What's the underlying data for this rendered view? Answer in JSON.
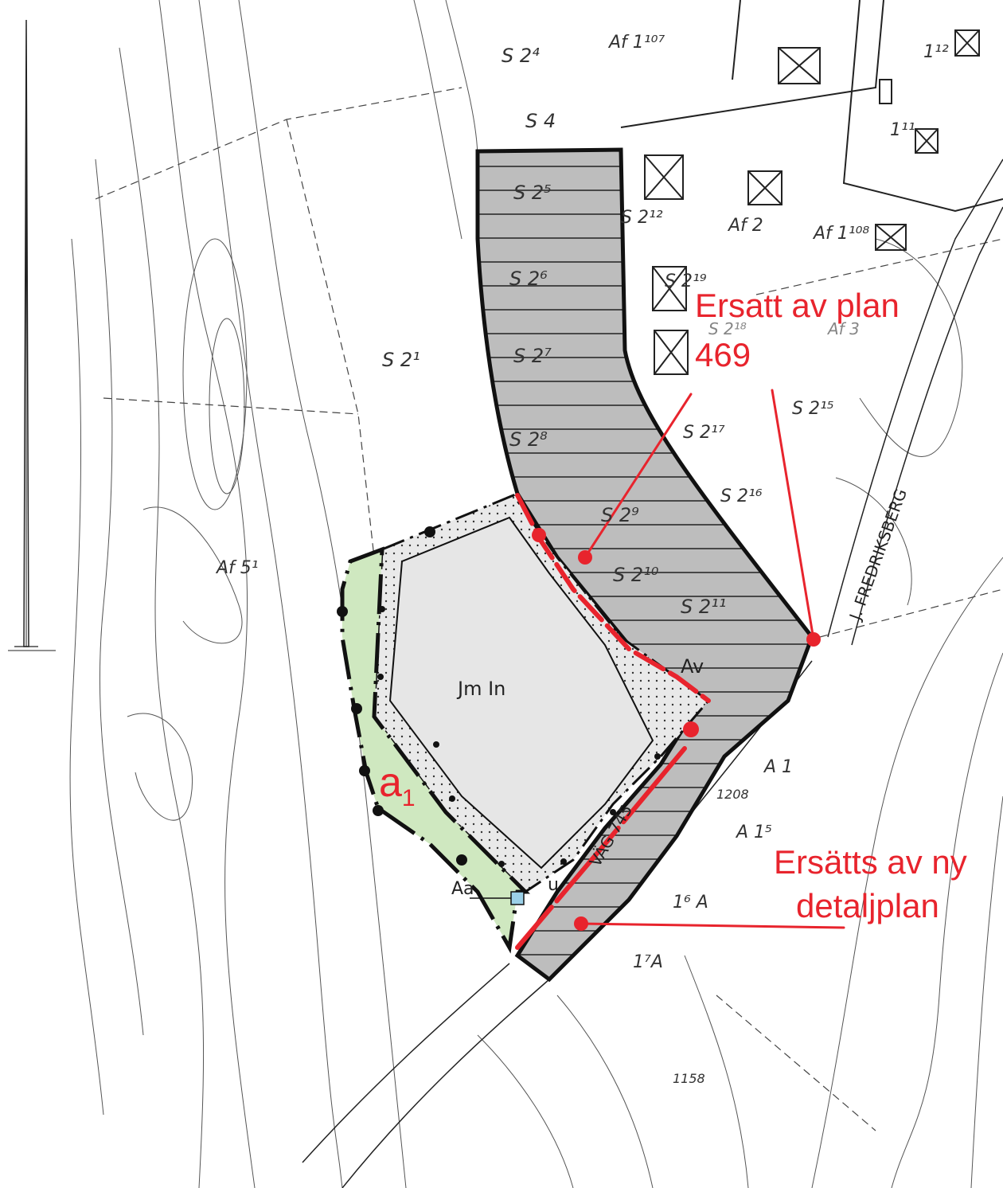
{
  "map": {
    "colors": {
      "red_annotation": "#e8242d",
      "grey_area": "#bdbdbd",
      "green_area": "#cfe8c0",
      "light_area": "#e6e6e6",
      "line": "#111111"
    },
    "annotations": {
      "replaced_by_plan_line1": "Ersatt av plan",
      "replaced_by_plan_line2": "469",
      "replaced_by_new_line1": "Ersätts av ny",
      "replaced_by_new_line2": "detaljplan",
      "green_zone_label": "a",
      "green_zone_subscript": "1"
    },
    "zone_labels": {
      "center": "Jm In",
      "av": "Av",
      "aa": "Aa",
      "u": "u",
      "road": "VÄG 745"
    },
    "street_name": "J. FREDRIKSBERG",
    "parcels": {
      "s2_4": "S 2⁴",
      "s4": "S 4",
      "s2_5": "S 2⁵",
      "s2_6": "S 2⁶",
      "s2_7": "S 2⁷",
      "s2_8": "S 2⁸",
      "s2_9": "S 2⁹",
      "s2_10": "S 2¹⁰",
      "s2_11": "S 2¹¹",
      "s2_1": "S 2¹",
      "s2_12": "S 2¹²",
      "s2_19": "S 2¹⁹",
      "s2_18": "S 2¹⁸",
      "s2_15": "S 2¹⁵",
      "s2_17": "S 2¹⁷",
      "s2_16": "S 2¹⁶",
      "af5": "Af 5¹",
      "af107": "Af 1¹⁰⁷",
      "af2": "Af 2",
      "af108": "Af 1¹⁰⁸",
      "af3": "Af 3",
      "lot1_12": "1¹²",
      "lot1_11": "1¹¹",
      "a1": "A 1",
      "a5": "A 1⁵",
      "a16": "1⁶ A",
      "a17": "1⁷A",
      "lot1158": "1158",
      "lot1208": "1208"
    }
  }
}
